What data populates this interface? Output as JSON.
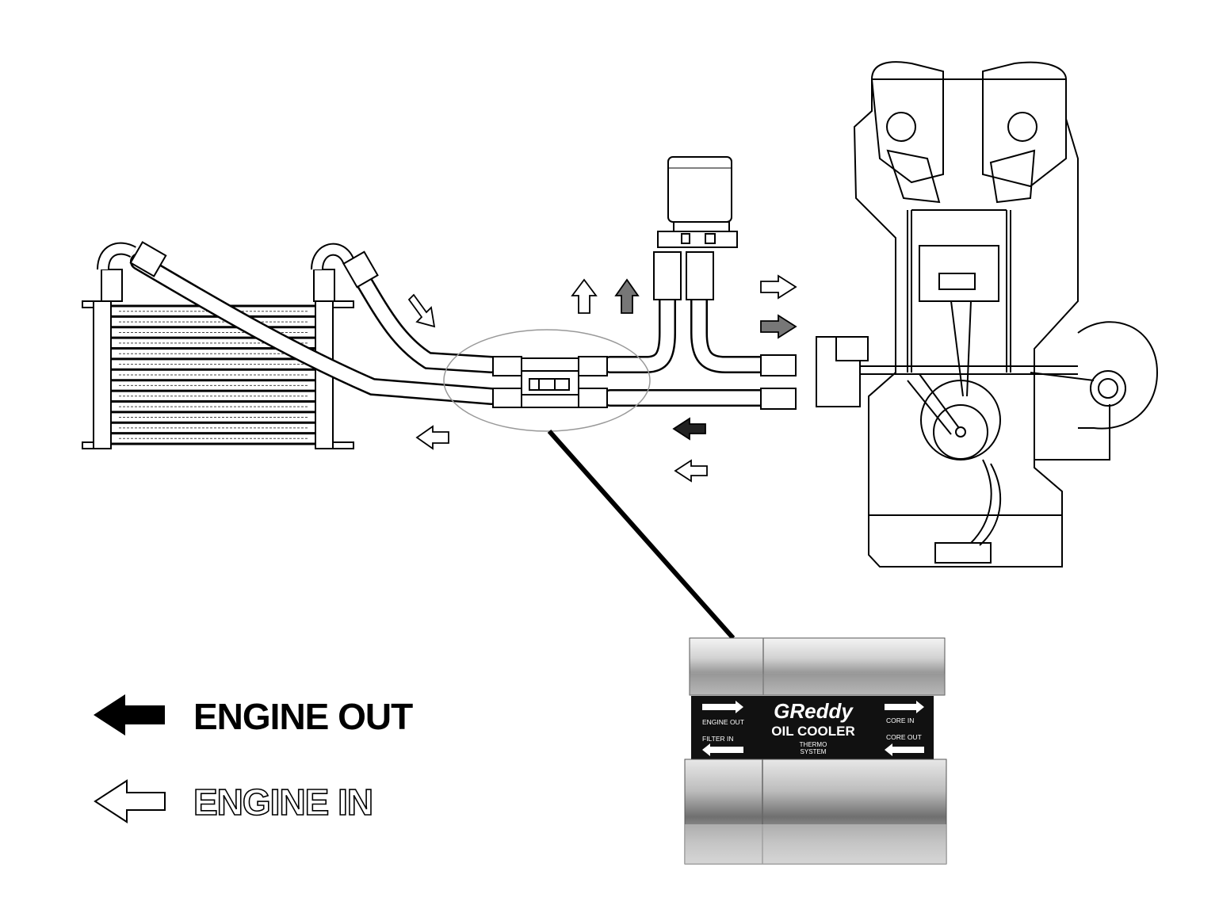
{
  "legend": {
    "engine_out": "ENGINE OUT",
    "engine_in": "ENGINE IN"
  },
  "plate": {
    "brand": "GReddy",
    "title": "OIL COOLER",
    "subtitle_line1": "THERMO",
    "subtitle_line2": "SYSTEM",
    "engine_out": "ENGINE OUT",
    "core_in": "CORE IN",
    "filter_in": "FILTER IN",
    "core_out": "CORE OUT"
  },
  "colors": {
    "line": "#000000",
    "background": "#ffffff",
    "plate": "#111111",
    "aluminum_light": "#e6e6e6",
    "aluminum_dark": "#8f8f8f"
  }
}
